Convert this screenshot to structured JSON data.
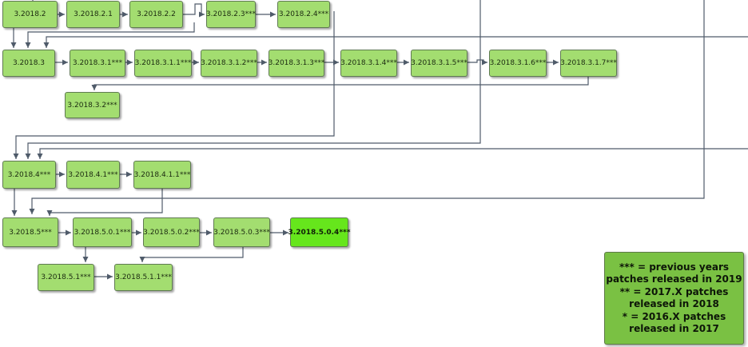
{
  "nodes": {
    "n_3_2018_2": "3.2018.2",
    "n_3_2018_2_1": "3.2018.2.1",
    "n_3_2018_2_2": "3.2018.2.2",
    "n_3_2018_2_3": "3.2018.2.3***",
    "n_3_2018_2_4": "3.2018.2.4***",
    "n_3_2018_3": "3.2018.3",
    "n_3_2018_3_1": "3.2018.3.1***",
    "n_3_2018_3_1_1": "3.2018.3.1.1***",
    "n_3_2018_3_1_2": "3.2018.3.1.2***",
    "n_3_2018_3_1_3": "3.2018.3.1.3***",
    "n_3_2018_3_1_4": "3.2018.3.1.4***",
    "n_3_2018_3_1_5": "3.2018.3.1.5***",
    "n_3_2018_3_1_6": "3.2018.3.1.6***",
    "n_3_2018_3_1_7": "3.2018.3.1.7***",
    "n_3_2018_3_2": "3.2018.3.2***",
    "n_3_2018_4": "3.2018.4***",
    "n_3_2018_4_1": "3.2018.4.1***",
    "n_3_2018_4_1_1": "3.2018.4.1.1***",
    "n_3_2018_5": "3.2018.5***",
    "n_3_2018_5_0_1": "3.2018.5.0.1***",
    "n_3_2018_5_0_2": "3.2018.5.0.2***",
    "n_3_2018_5_0_3": "3.2018.5.0.3***",
    "n_3_2018_5_0_4": "3.2018.5.0.4***",
    "n_3_2018_5_1": "3.2018.5.1***",
    "n_3_2018_5_1_1": "3.2018.5.1.1***"
  },
  "legend": {
    "line1": "*** = previous years",
    "line2": "patches released in 2019",
    "line3": "** = 2017.X patches",
    "line4": "released in 2018",
    "line5": "* = 2016.X patches",
    "line6": "released in 2017"
  },
  "colors": {
    "node_fill": "#a3dd70",
    "latest_fill": "#66e61c",
    "legend_fill": "#7ac143",
    "edge": "#4f5b6a"
  }
}
